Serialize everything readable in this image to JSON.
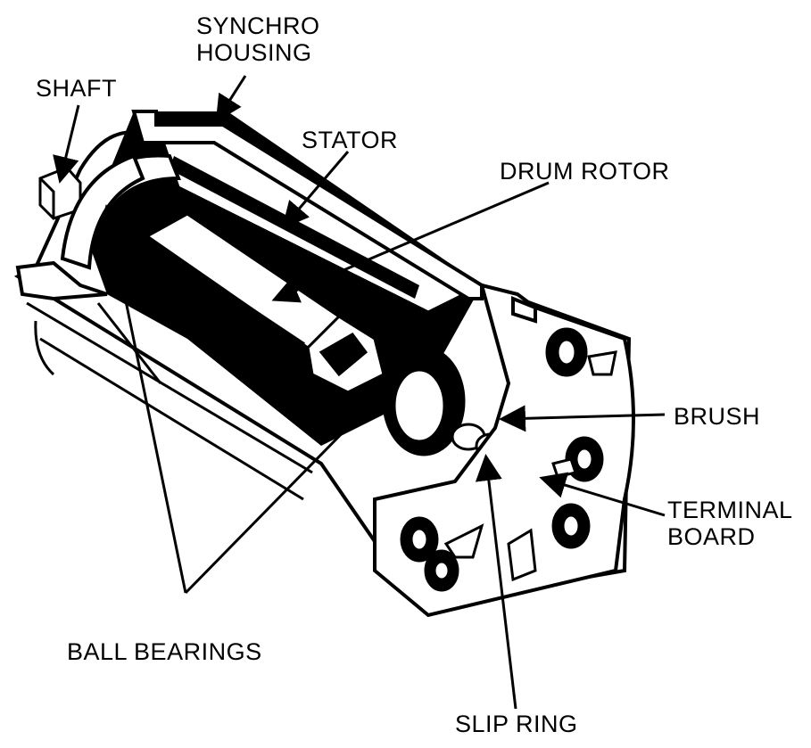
{
  "colors": {
    "ink": "#000000",
    "paper": "#ffffff"
  },
  "labels": {
    "synchro_housing": "SYNCHRO\nHOUSING",
    "shaft": "SHAFT",
    "stator": "STATOR",
    "drum_rotor": "DRUM ROTOR",
    "brush": "BRUSH",
    "terminal_board": "TERMINAL\nBOARD",
    "ball_bearings": "BALL BEARINGS",
    "slip_ring": "SLIP RING"
  }
}
